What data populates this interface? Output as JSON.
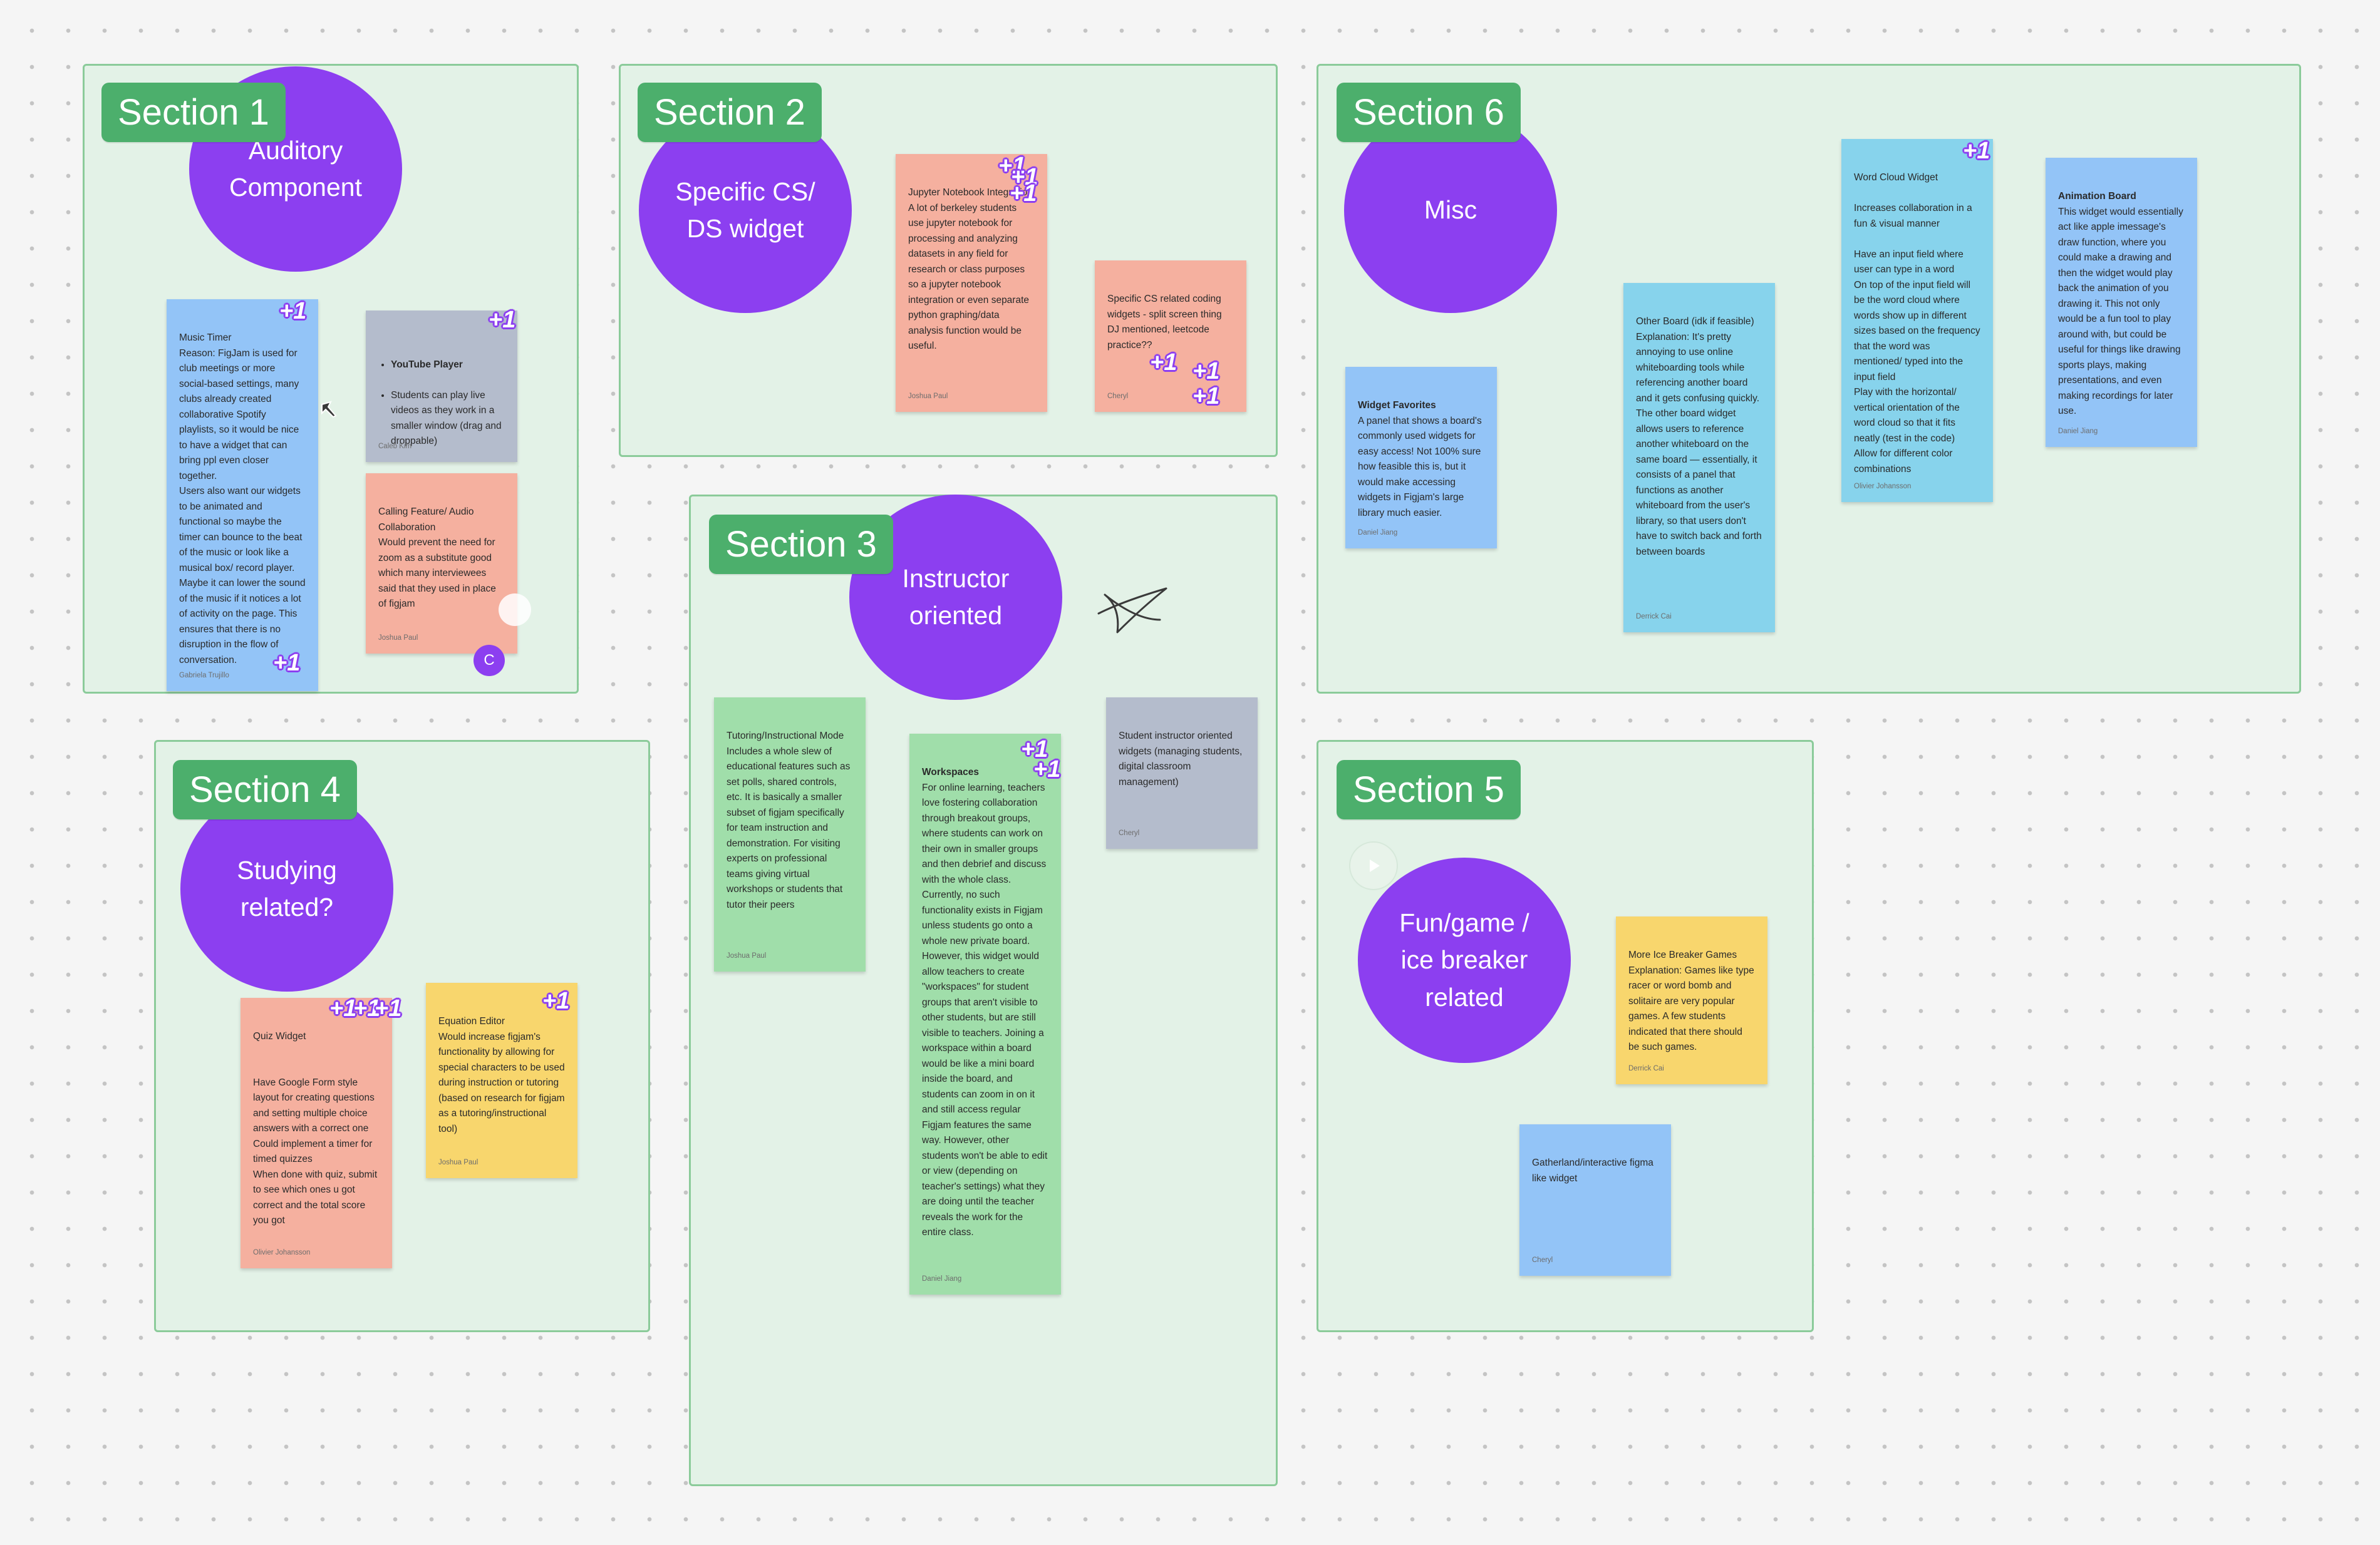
{
  "sections": {
    "s1": "Section 1",
    "s2": "Section 2",
    "s3": "Section 3",
    "s4": "Section 4",
    "s5": "Section 5",
    "s6": "Section 6"
  },
  "topics": {
    "s1": "Auditory\nComponent",
    "s2": "Specific CS/\nDS widget",
    "s3": "Instructor\noriented",
    "s4": "Studying\nrelated?",
    "s5": "Fun/game /\nice breaker\nrelated",
    "s6": "Misc"
  },
  "votes": {
    "plus": "+1"
  },
  "cursors": {
    "user_initial": "C"
  },
  "notes": {
    "music_timer": {
      "body": "Music Timer\nReason: FigJam is used for club meetings or more social-based settings, many clubs already created collaborative Spotify playlists, so it would be nice to have a widget that can bring ppl even closer together.\nUsers also want our widgets to be animated and functional so maybe the timer can bounce to the beat of the music or look like a musical box/ record player. Maybe it can lower the sound of the music if it notices a lot of activity on the page. This ensures that there is no disruption in the flow of conversation.",
      "author": "Gabriela Trujillo"
    },
    "youtube": {
      "title": "YouTube Player",
      "body": "Students can play live videos as they work in a smaller window (drag and droppable)",
      "author": "Caleb Kim"
    },
    "calling": {
      "body": "Calling Feature/ Audio Collaboration\nWould prevent the need for zoom as a substitute good which many interviewees said that they used in place of figjam",
      "author": "Joshua Paul"
    },
    "jupyter": {
      "body": "Jupyter Notebook Integration\nA lot of berkeley students use jupyter notebook for processing and analyzing datasets in any field for research or class purposes so a jupyter notebook integration or even separate python graphing/data analysis function would be useful.",
      "author": "Joshua Paul"
    },
    "cs_coding": {
      "body": "Specific CS related coding widgets - split screen thing DJ mentioned, leetcode practice??",
      "author": "Cheryl"
    },
    "widget_favorites": {
      "title": "Widget Favorites",
      "body": "A panel that shows a board's commonly used widgets for easy access! Not 100% sure how feasible this is, but it would make accessing widgets in Figjam's large library much easier.",
      "author": "Daniel Jiang"
    },
    "other_board": {
      "body": "Other Board (idk if feasible)\nExplanation: It's pretty annoying to use online whiteboarding tools while referencing another board and it gets confusing quickly. The other board widget allows users to reference another whiteboard on the same board — essentially, it consists of a panel that functions as another whiteboard from the user's library, so that users don't have to switch back and forth between boards",
      "author": "Derrick Cai"
    },
    "word_cloud": {
      "body": "Word Cloud Widget\n\nIncreases collaboration in a fun & visual manner\n\nHave an input field where user can type in a word\nOn top of the input field will be the word cloud where words show up in different sizes based on the frequency that the word was mentioned/ typed into the input field\nPlay with the horizontal/ vertical orientation of the word cloud so that it fits neatly (test in the code)\nAllow for different color combinations",
      "author": "Olivier Johansson"
    },
    "animation": {
      "title": "Animation Board",
      "body": "This widget would essentially act like apple imessage's draw function, where you could make a drawing and then the widget would play back the animation of you drawing it. This not only would be a fun tool to play around with, but could be useful for things like drawing sports plays, making presentations, and even making recordings for later use.",
      "author": "Daniel Jiang"
    },
    "tutoring": {
      "body": "Tutoring/Instructional Mode\nIncludes a whole slew of educational features such as set polls, shared controls, etc. It is basically a smaller subset of figjam specifically for team instruction and demonstration. For visiting experts on professional teams giving virtual workshops or students that tutor their peers",
      "author": "Joshua Paul"
    },
    "workspaces": {
      "title": "Workspaces",
      "body": "For online learning, teachers love fostering collaboration through breakout groups, where students can work on their own in smaller groups and then debrief and discuss with the whole class. Currently, no such functionality exists in Figjam unless students go onto a whole new private board. However, this widget would allow teachers to create \"workspaces\" for student groups that aren't visible to other students, but are still visible to teachers. Joining a workspace within a board would be like a mini board inside the board, and students can zoom in on it and still access regular Figjam features the same way. However, other students won't be able to edit or view (depending on teacher's settings) what they are doing until the teacher reveals the work for the entire class.",
      "author": "Daniel Jiang"
    },
    "student_instructor": {
      "body": "Student instructor oriented widgets (managing students, digital classroom management)",
      "author": "Cheryl"
    },
    "quiz": {
      "body": "Quiz Widget\n\n\nHave Google Form style layout for creating questions and setting multiple choice answers with a correct one\nCould implement a timer for timed quizzes\nWhen done with quiz, submit to see which ones u got correct and the total score you got",
      "author": "Olivier Johansson"
    },
    "equation": {
      "body": "Equation Editor\nWould increase figjam's functionality by allowing for special characters to be used during instruction or tutoring (based on research for figjam as a tutoring/instructional tool)",
      "author": "Joshua Paul"
    },
    "ice_breaker": {
      "body": "More Ice Breaker Games\nExplanation: Games like type racer or word bomb and solitaire are very popular games. A few students indicated that there should be such games.",
      "author": "Derrick Cai"
    },
    "gatherland": {
      "body": "Gatherland/interactive figma like widget",
      "author": "Cheryl"
    }
  }
}
